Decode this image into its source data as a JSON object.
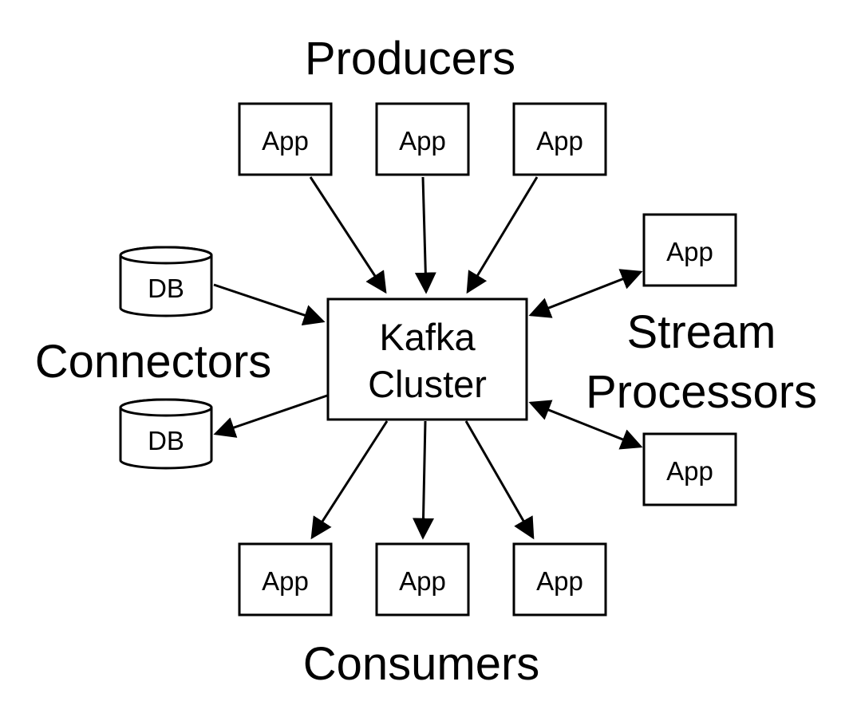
{
  "groups": {
    "producers": "Producers",
    "consumers": "Consumers",
    "connectors": "Connectors",
    "stream_processors_line1": "Stream",
    "stream_processors_line2": "Processors"
  },
  "cluster": {
    "line1": "Kafka",
    "line2": "Cluster"
  },
  "producer_apps": [
    "App",
    "App",
    "App"
  ],
  "consumer_apps": [
    "App",
    "App",
    "App"
  ],
  "stream_apps": [
    "App",
    "App"
  ],
  "databases": [
    "DB",
    "DB"
  ],
  "colors": {
    "stroke": "#000000",
    "fill": "#ffffff",
    "background": "#ffffff"
  }
}
